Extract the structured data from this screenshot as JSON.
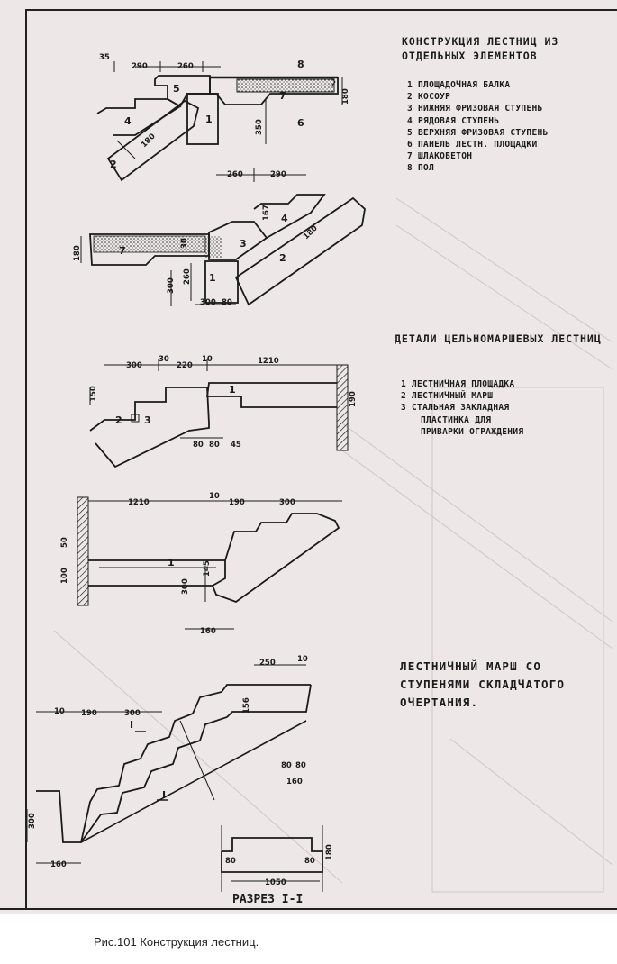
{
  "section1": {
    "title": "КОНСТРУКЦИЯ ЛЕСТНИЦ ИЗ ОТДЕЛЬНЫХ ЭЛЕМЕНТОВ",
    "legend": [
      "1 ПЛОЩАДОЧНАЯ БАЛКА",
      "2 КОСОУР",
      "3 НИЖНЯЯ ФРИЗОВАЯ СТУПЕНЬ",
      "4 РЯДОВАЯ СТУПЕНЬ",
      "5 ВЕРХНЯЯ ФРИЗОВАЯ СТУПЕНЬ",
      "6 ПАНЕЛЬ ЛЕСТН. ПЛОЩАДКИ",
      "7 ШЛАКОБЕТОН",
      "8 ПОЛ"
    ]
  },
  "section2": {
    "title": "ДЕТАЛИ ЦЕЛЬНОМАРШЕВЫХ ЛЕСТНИЦ",
    "legend": [
      "1 ЛЕСТНИЧНАЯ ПЛОЩАДКА",
      "2 ЛЕСТНИЧНЫЙ МАРШ",
      "3 СТАЛЬНАЯ ЗАКЛАДНАЯ",
      "ПЛАСТИНКА ДЛЯ",
      "ПРИВАРКИ ОГРАЖДЕНИЯ"
    ]
  },
  "section3": {
    "title_lines": [
      "ЛЕСТНИЧНЫЙ МАРШ СО",
      "СТУПЕНЯМИ СКЛАДЧАТОГО",
      "ОЧЕРТАНИЯ."
    ]
  },
  "drawing1": {
    "dims": {
      "d35": "35",
      "d290": "290",
      "d260": "260",
      "d180": "180",
      "d350": "350",
      "d180b": "180"
    },
    "parts": {
      "p8": "8",
      "p5": "5",
      "p7": "7",
      "p1": "1",
      "p6": "6",
      "p4": "4",
      "p2": "2"
    }
  },
  "drawing2": {
    "dims": {
      "d260": "260",
      "d290": "290",
      "d167": "167",
      "d180": "180",
      "d180b": "180",
      "d30": "30",
      "d300": "300",
      "d260b": "260",
      "d300b": "300",
      "d80": "80"
    },
    "parts": {
      "p7": "7",
      "p3": "3",
      "p4": "4",
      "p2": "2",
      "p1": "1"
    }
  },
  "drawing3": {
    "dims": {
      "d300": "300",
      "d30": "30",
      "d220": "220",
      "d10": "10",
      "d1210": "1210",
      "d150": "150",
      "d190": "190",
      "d80": "80",
      "d80b": "80",
      "d45": "45"
    },
    "parts": {
      "p1": "1",
      "p2": "2",
      "p3": "3"
    }
  },
  "drawing4": {
    "dims": {
      "d1210": "1210",
      "d10": "10",
      "d190": "190",
      "d300": "300",
      "d50": "50",
      "d100": "100",
      "d145": "145",
      "d300b": "300",
      "d160": "160"
    },
    "parts": {
      "p1": "1"
    }
  },
  "drawing5": {
    "dims": {
      "d250": "250",
      "d10": "10",
      "d10b": "10",
      "d190": "190",
      "d300": "300",
      "d156": "156",
      "d80": "80",
      "d80b": "80",
      "d160": "160",
      "d300b": "300",
      "d160b": "160",
      "d80c": "80",
      "d1050": "1050",
      "d80d": "80",
      "d180": "180"
    },
    "cut_mark": "I",
    "section_label": "РАЗРЕЗ I-I"
  },
  "caption": "Рис.101  Конструкция лестниц.",
  "colors": {
    "paper": "#ede7e8",
    "ink": "#1b1b1b"
  }
}
